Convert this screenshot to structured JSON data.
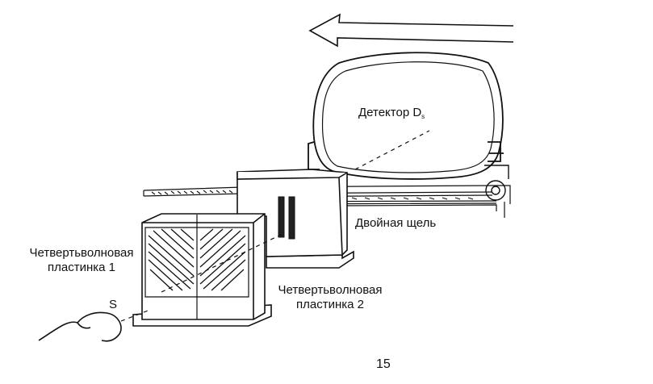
{
  "labels": {
    "detector_text": "Детектор D",
    "detector_subscript": "s",
    "double_slit": "Двойная щель",
    "quarter_wave_1_line1": "Четвертьволновая",
    "quarter_wave_1_line2": "пластинка 1",
    "quarter_wave_2_line1": "Четвертьволновая",
    "quarter_wave_2_line2": "пластинка 2",
    "source": "S",
    "page_number": "15"
  },
  "colors": {
    "ink": "#111111",
    "paper": "#ffffff"
  },
  "icons": {
    "direction": "arrow-left-icon"
  }
}
